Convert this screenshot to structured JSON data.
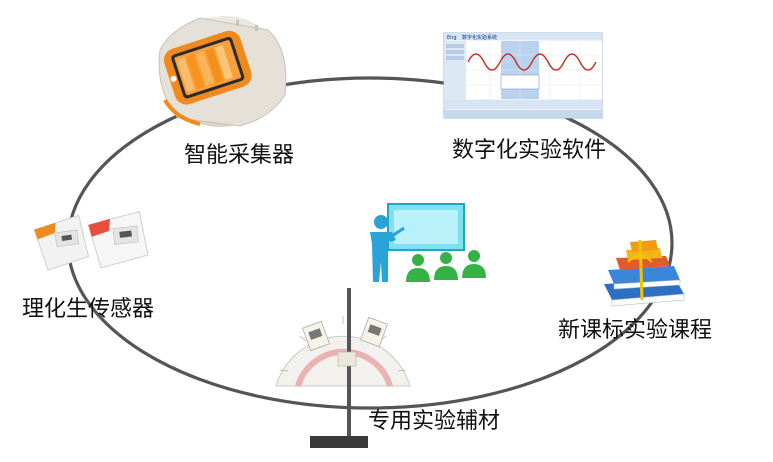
{
  "diagram": {
    "nodes": [
      {
        "id": "collector",
        "label": "智能采集器",
        "icon": "data-collector-device-icon"
      },
      {
        "id": "software",
        "label": "数字化实验软件",
        "icon": "software-window-icon"
      },
      {
        "id": "sensors",
        "label": "理化生传感器",
        "icon": "sensor-pair-icon"
      },
      {
        "id": "course",
        "label": "新课标实验课程",
        "icon": "book-stack-icon"
      },
      {
        "id": "materials",
        "label": "专用实验辅材",
        "icon": "protractor-apparatus-icon"
      }
    ],
    "center_icon": "teacher-classroom-icon",
    "software_window": {
      "logo": "Eng",
      "title": "数字化实验系统"
    },
    "colors": {
      "ring": "#555555",
      "collector_orange": "#f08a1c",
      "screen_orange": "#f9a03c",
      "wave_red": "#c0392b",
      "teacher_blue": "#2aa3d8",
      "students_green": "#33b345",
      "board_cyan": "#7fe0f0",
      "book_blue": "#2e6fc4"
    }
  }
}
